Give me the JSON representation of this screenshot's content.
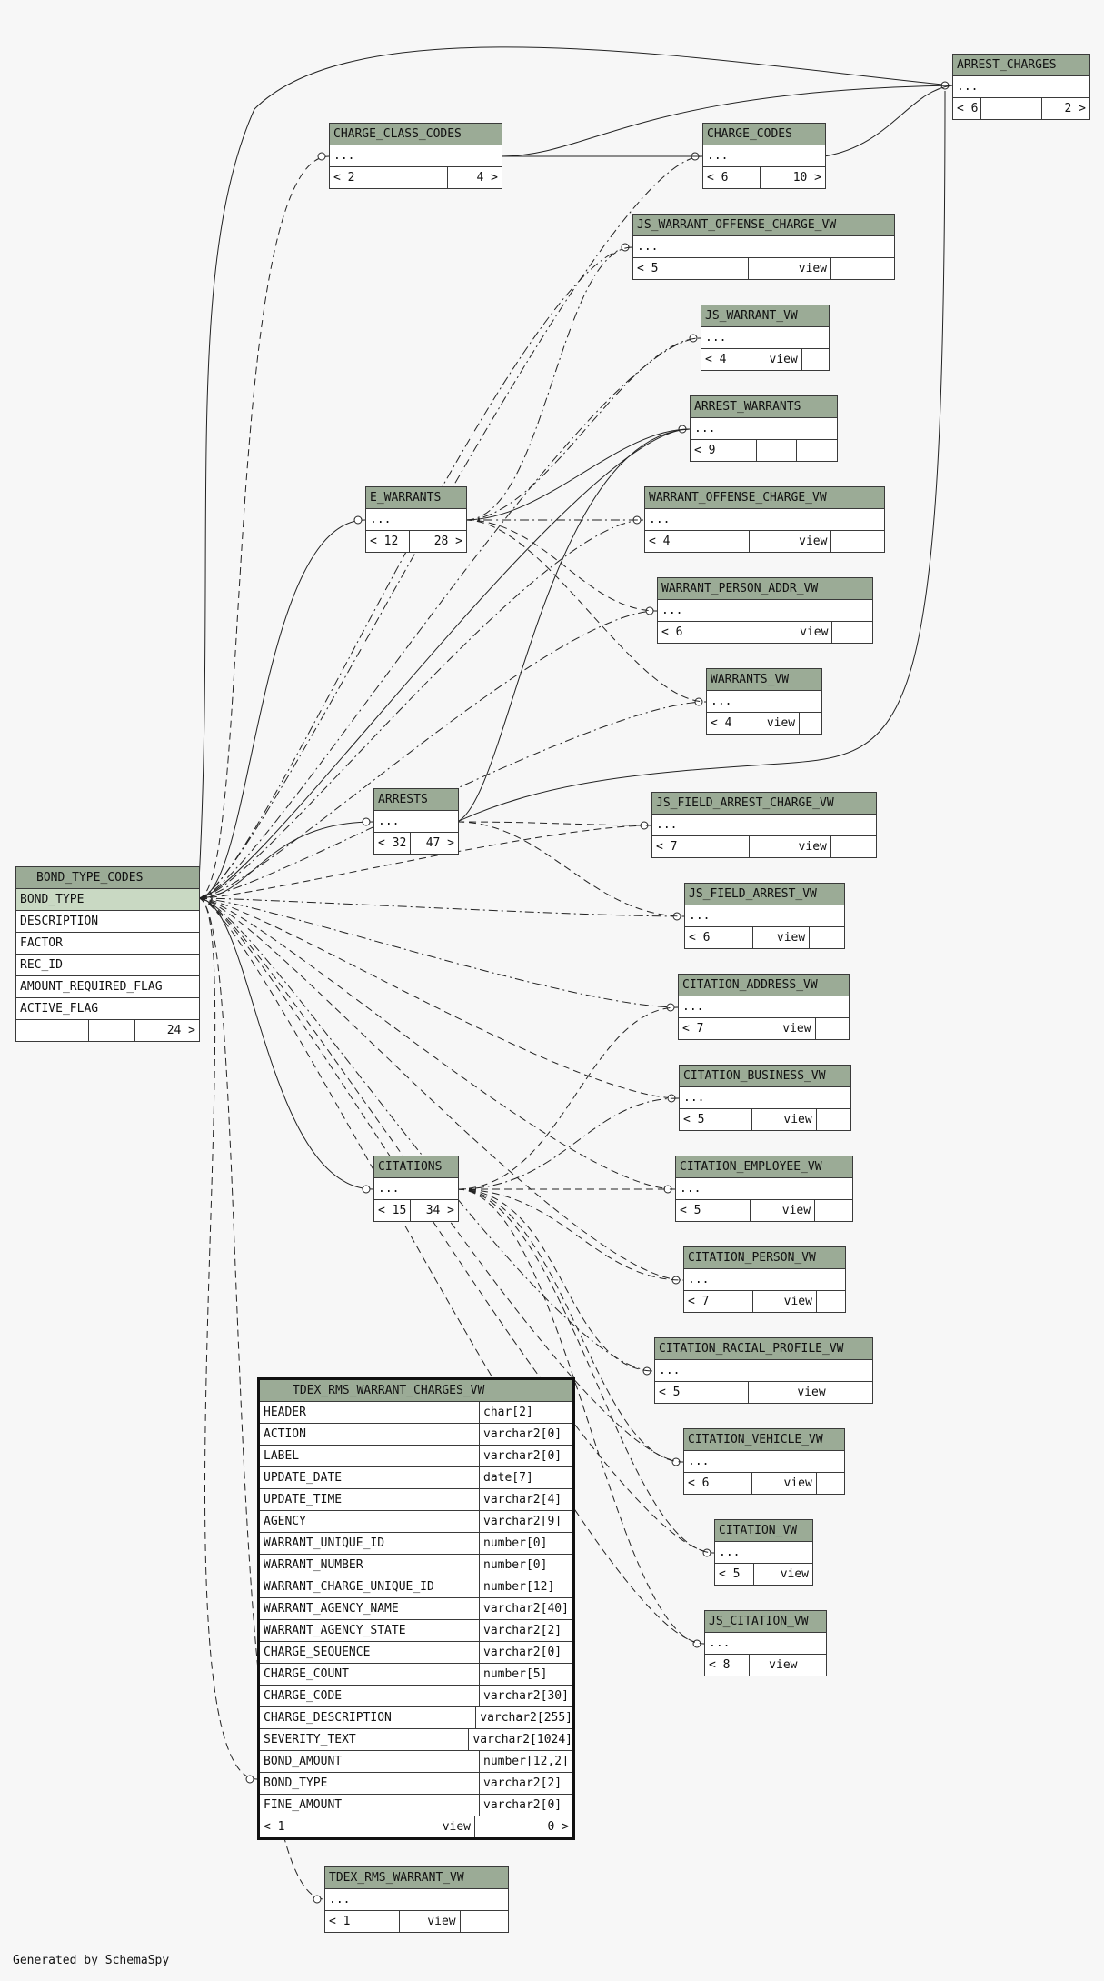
{
  "footer": "Generated by SchemaSpy",
  "tables": {
    "arrest_charges": {
      "name": "ARREST_CHARGES",
      "cols": [
        "..."
      ],
      "foot": [
        "< 6",
        "",
        "2 >"
      ]
    },
    "charge_class_codes": {
      "name": "CHARGE_CLASS_CODES",
      "cols": [
        "..."
      ],
      "foot": [
        "< 2",
        "",
        "4 >"
      ]
    },
    "charge_codes": {
      "name": "CHARGE_CODES",
      "cols": [
        "..."
      ],
      "foot": [
        "< 6",
        "10 >"
      ]
    },
    "js_warrant_offense_charge_vw": {
      "name": "JS_WARRANT_OFFENSE_CHARGE_VW",
      "cols": [
        "..."
      ],
      "foot": [
        "< 5",
        "view",
        ""
      ]
    },
    "js_warrant_vw": {
      "name": "JS_WARRANT_VW",
      "cols": [
        "..."
      ],
      "foot": [
        "< 4",
        "view",
        ""
      ]
    },
    "arrest_warrants": {
      "name": "ARREST_WARRANTS",
      "cols": [
        "..."
      ],
      "foot": [
        "< 9",
        "",
        ""
      ]
    },
    "e_warrants": {
      "name": "E_WARRANTS",
      "cols": [
        "..."
      ],
      "foot": [
        "< 12",
        "28 >"
      ]
    },
    "warrant_offense_charge_vw": {
      "name": "WARRANT_OFFENSE_CHARGE_VW",
      "cols": [
        "..."
      ],
      "foot": [
        "< 4",
        "view",
        ""
      ]
    },
    "warrant_person_addr_vw": {
      "name": "WARRANT_PERSON_ADDR_VW",
      "cols": [
        "..."
      ],
      "foot": [
        "< 6",
        "view",
        ""
      ]
    },
    "warrants_vw": {
      "name": "WARRANTS_VW",
      "cols": [
        "..."
      ],
      "foot": [
        "< 4",
        "view",
        ""
      ]
    },
    "arrests": {
      "name": "ARRESTS",
      "cols": [
        "..."
      ],
      "foot": [
        "< 32",
        "47 >"
      ]
    },
    "js_field_arrest_charge_vw": {
      "name": "JS_FIELD_ARREST_CHARGE_VW",
      "cols": [
        "..."
      ],
      "foot": [
        "< 7",
        "view",
        ""
      ]
    },
    "js_field_arrest_vw": {
      "name": "JS_FIELD_ARREST_VW",
      "cols": [
        "..."
      ],
      "foot": [
        "< 6",
        "view",
        ""
      ]
    },
    "bond_type_codes": {
      "name": "BOND_TYPE_CODES",
      "cols": [
        "BOND_TYPE",
        "DESCRIPTION",
        "FACTOR",
        "REC_ID",
        "AMOUNT_REQUIRED_FLAG",
        "ACTIVE_FLAG"
      ],
      "foot": [
        "",
        "",
        "24 >"
      ]
    },
    "citation_address_vw": {
      "name": "CITATION_ADDRESS_VW",
      "cols": [
        "..."
      ],
      "foot": [
        "< 7",
        "view",
        ""
      ]
    },
    "citation_business_vw": {
      "name": "CITATION_BUSINESS_VW",
      "cols": [
        "..."
      ],
      "foot": [
        "< 5",
        "view",
        ""
      ]
    },
    "citations": {
      "name": "CITATIONS",
      "cols": [
        "..."
      ],
      "foot": [
        "< 15",
        "34 >"
      ]
    },
    "citation_employee_vw": {
      "name": "CITATION_EMPLOYEE_VW",
      "cols": [
        "..."
      ],
      "foot": [
        "< 5",
        "view",
        ""
      ]
    },
    "citation_person_vw": {
      "name": "CITATION_PERSON_VW",
      "cols": [
        "..."
      ],
      "foot": [
        "< 7",
        "view",
        ""
      ]
    },
    "citation_racial_profile_vw": {
      "name": "CITATION_RACIAL_PROFILE_VW",
      "cols": [
        "..."
      ],
      "foot": [
        "< 5",
        "view",
        ""
      ]
    },
    "citation_vehicle_vw": {
      "name": "CITATION_VEHICLE_VW",
      "cols": [
        "..."
      ],
      "foot": [
        "< 6",
        "view",
        ""
      ]
    },
    "citation_vw": {
      "name": "CITATION_VW",
      "cols": [
        "..."
      ],
      "foot": [
        "< 5",
        "view"
      ]
    },
    "js_citation_vw": {
      "name": "JS_CITATION_VW",
      "cols": [
        "..."
      ],
      "foot": [
        "< 8",
        "view",
        ""
      ]
    },
    "tdex_rms_warrant_vw": {
      "name": "TDEX_RMS_WARRANT_VW",
      "cols": [
        "..."
      ],
      "foot": [
        "< 1",
        "view",
        ""
      ]
    }
  },
  "focus_table": {
    "name": "TDEX_RMS_WARRANT_CHARGES_VW",
    "columns": [
      {
        "name": "HEADER",
        "type": "char[2]"
      },
      {
        "name": "ACTION",
        "type": "varchar2[0]"
      },
      {
        "name": "LABEL",
        "type": "varchar2[0]"
      },
      {
        "name": "UPDATE_DATE",
        "type": "date[7]"
      },
      {
        "name": "UPDATE_TIME",
        "type": "varchar2[4]"
      },
      {
        "name": "AGENCY",
        "type": "varchar2[9]"
      },
      {
        "name": "WARRANT_UNIQUE_ID",
        "type": "number[0]"
      },
      {
        "name": "WARRANT_NUMBER",
        "type": "number[0]"
      },
      {
        "name": "WARRANT_CHARGE_UNIQUE_ID",
        "type": "number[12]"
      },
      {
        "name": "WARRANT_AGENCY_NAME",
        "type": "varchar2[40]"
      },
      {
        "name": "WARRANT_AGENCY_STATE",
        "type": "varchar2[2]"
      },
      {
        "name": "CHARGE_SEQUENCE",
        "type": "varchar2[0]"
      },
      {
        "name": "CHARGE_COUNT",
        "type": "number[5]"
      },
      {
        "name": "CHARGE_CODE",
        "type": "varchar2[30]"
      },
      {
        "name": "CHARGE_DESCRIPTION",
        "type": "varchar2[255]"
      },
      {
        "name": "SEVERITY_TEXT",
        "type": "varchar2[1024]"
      },
      {
        "name": "BOND_AMOUNT",
        "type": "number[12,2]"
      },
      {
        "name": "BOND_TYPE",
        "type": "varchar2[2]"
      },
      {
        "name": "FINE_AMOUNT",
        "type": "varchar2[0]"
      }
    ],
    "foot": [
      "< 1",
      "view",
      "0 >"
    ]
  }
}
